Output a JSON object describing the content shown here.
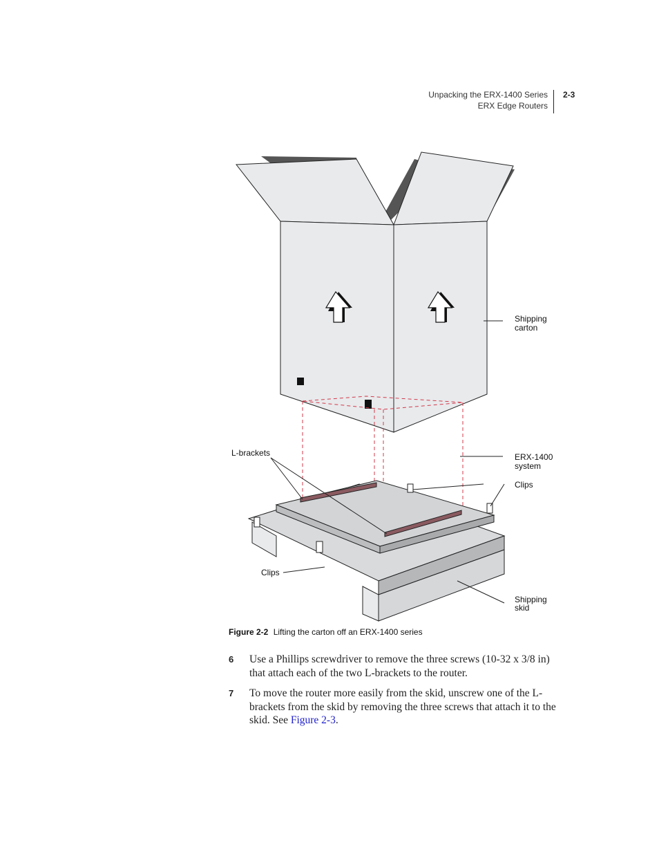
{
  "header": {
    "section": "Unpacking the ERX-1400 Series",
    "book": "ERX Edge Routers",
    "page_number": "2-3"
  },
  "figure": {
    "number": "Figure 2-2",
    "title": "Lifting the carton off an ERX-1400 series",
    "callouts": {
      "carton_1": "Shipping",
      "carton_2": "carton",
      "system_1": "ERX-1400",
      "system_2": "system",
      "clips_right": "Clips",
      "clips_left": "Clips",
      "lbrackets": "L-brackets",
      "skid_1": "Shipping",
      "skid_2": "skid"
    }
  },
  "steps": [
    {
      "num": "6",
      "text": "Use a Phillips screwdriver to remove the three screws (10-32 x 3/8 in) that attach each of the two L-brackets to the router."
    },
    {
      "num": "7",
      "text_before": "To move the router more easily from the skid, unscrew one of the L-brackets from the skid by removing the three screws that attach it to the skid. See ",
      "link": "Figure 2-3",
      "text_after": "."
    }
  ]
}
